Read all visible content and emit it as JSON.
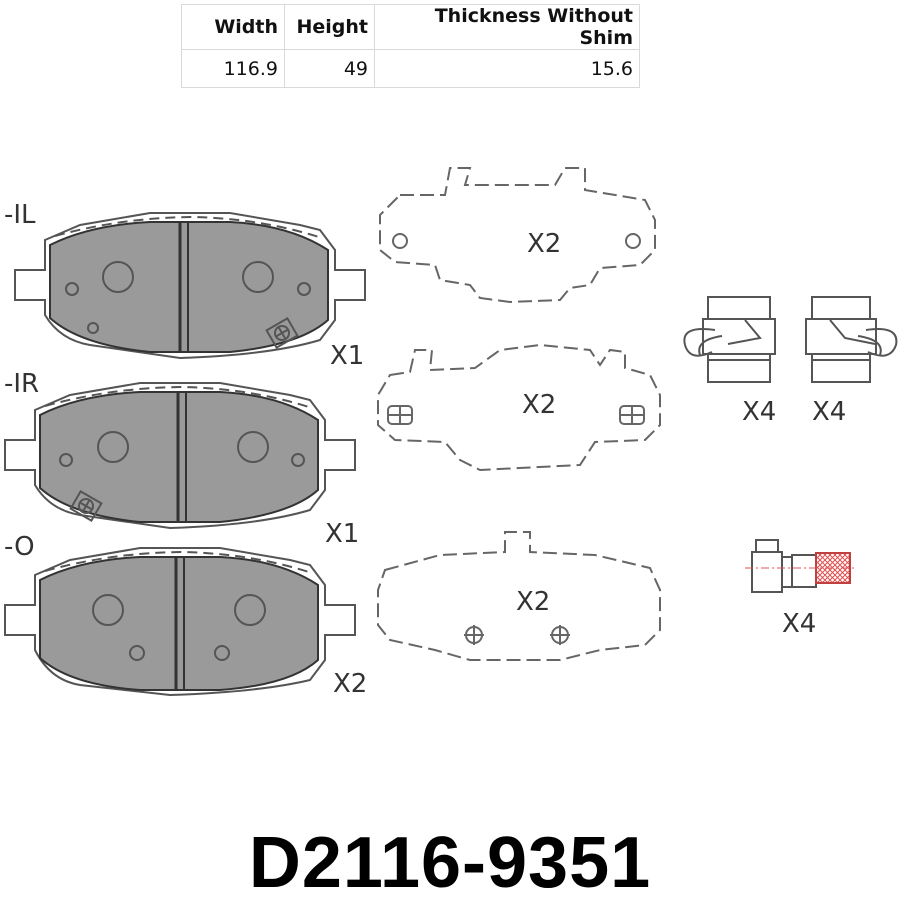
{
  "spec_table": {
    "headers": [
      "Width",
      "Height",
      "Thickness Without Shim"
    ],
    "values": [
      "116.9",
      "49",
      "15.6"
    ]
  },
  "pads": [
    {
      "code": "-IL",
      "qty": "X1"
    },
    {
      "code": "-IR",
      "qty": "X1"
    },
    {
      "code": "-O",
      "qty": "X2"
    }
  ],
  "shims": [
    {
      "qty": "X2"
    },
    {
      "qty": "X2"
    },
    {
      "qty": "X2"
    }
  ],
  "clips": [
    {
      "qty": "X4"
    },
    {
      "qty": "X4"
    }
  ],
  "bolt": {
    "qty": "X4"
  },
  "part_number": "D2116-9351",
  "colors": {
    "pad_fill": "#9a9a9a",
    "line": "#555555",
    "bolt_thread": "#e05050"
  }
}
